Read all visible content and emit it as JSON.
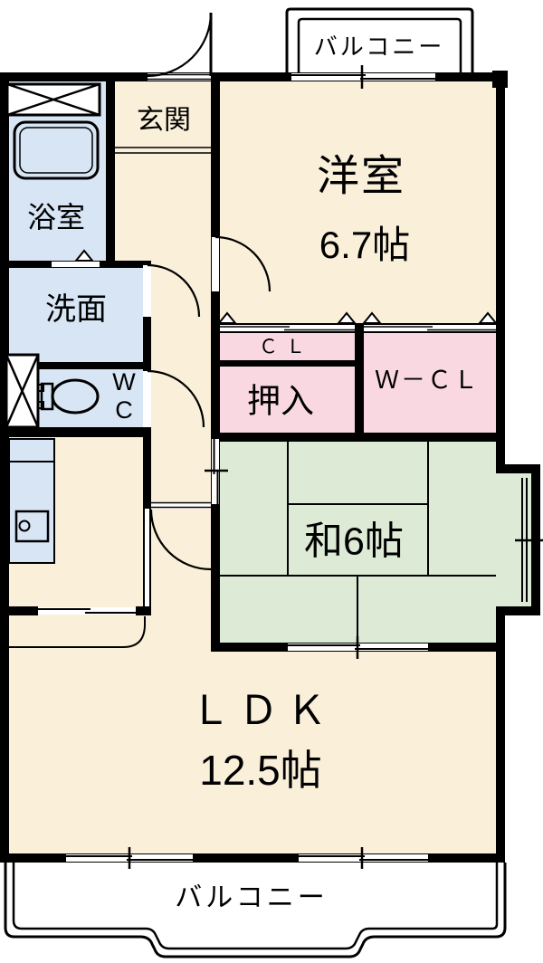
{
  "plan_type": "floor-plan",
  "rooms": {
    "balcony_top": {
      "label": "バルコニー"
    },
    "genkan": {
      "label": "玄関"
    },
    "western": {
      "label": "洋室",
      "size": "6.7帖"
    },
    "bath": {
      "label": "浴室"
    },
    "wash": {
      "label": "洗面"
    },
    "wc": {
      "label": "W\nC"
    },
    "cl": {
      "label": "ＣＬ"
    },
    "oshiire": {
      "label": "押入"
    },
    "wcl": {
      "label": "Ｗ－ＣＬ"
    },
    "japanese": {
      "label": "和6帖"
    },
    "ldk": {
      "label": "ＬＤＫ",
      "size": "12.5帖"
    },
    "balcony_bottom": {
      "label": "バルコニー"
    }
  },
  "colors": {
    "floor_cream": "#FAEFD9",
    "wet_area_blue": "#D7E5F4",
    "closet_pink": "#F9D8E2",
    "tatami_green": "#DCEAD6",
    "wall_black": "#000000",
    "background": "#FFFFFF"
  }
}
